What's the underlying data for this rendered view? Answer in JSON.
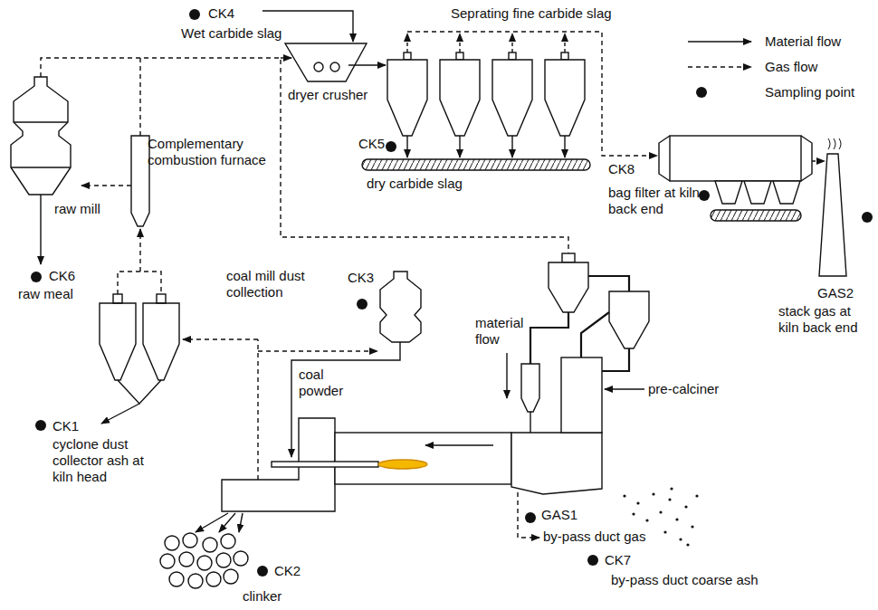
{
  "diagram": {
    "labels": [
      "CK4",
      "Wet carbide slag",
      "Seprating fine carbide slag",
      "dryer crusher",
      "CK5",
      "dry carbide slag",
      "Complementary combustion furnace",
      "raw mill",
      "CK6",
      "raw meal",
      "coal mill dust collection",
      "CK3",
      "material flow",
      "coal powder",
      "pre-calciner",
      "CK8",
      "bag filter at kiln back end",
      "GAS2",
      "stack gas at kiln back end",
      "CK1",
      "cyclone dust collector ash at kiln head",
      "GAS1",
      "by-pass duct gas",
      "CK7",
      "by-pass duct coarse ash",
      "CK2",
      "clinker"
    ],
    "legend": [
      {
        "text": "Material flow"
      },
      {
        "text": "Gas flow"
      },
      {
        "text": "Sampling point"
      }
    ]
  }
}
